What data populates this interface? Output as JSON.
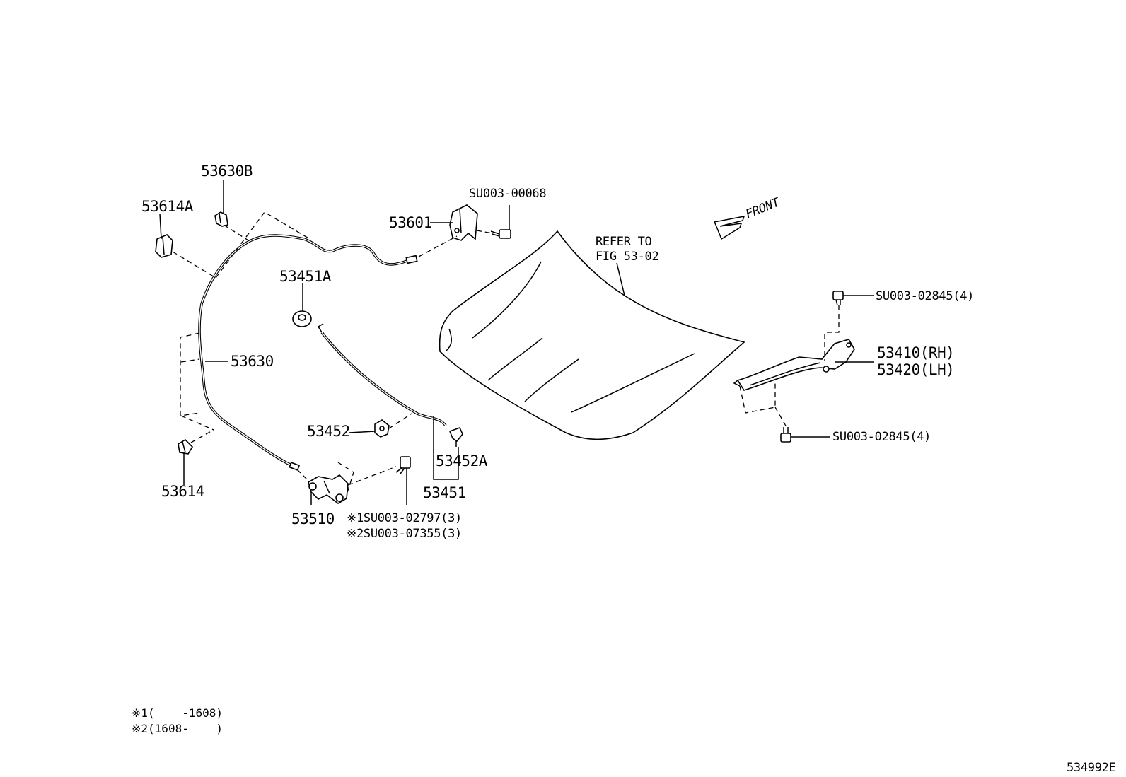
{
  "labels": {
    "p53630B": "53630B",
    "p53614A": "53614A",
    "p53601": "53601",
    "su00068": "SU003-00068",
    "front": "FRONT",
    "refer1": "REFER TO",
    "refer2": "FIG 53-02",
    "p53451A": "53451A",
    "p53630": "53630",
    "p53452": "53452",
    "p53452A": "53452A",
    "p53451": "53451",
    "p53614": "53614",
    "p53510": "53510",
    "su02797": "※1SU003-02797(3)",
    "su07355": "※2SU003-07355(3)",
    "su02845top": "SU003-02845(4)",
    "p53410": "53410(RH)",
    "p53420": "53420(LH)",
    "su02845bot": "SU003-02845(4)",
    "note1": "※1(    -1608)",
    "note2": "※2(1608-    )",
    "figno": "534992E"
  }
}
